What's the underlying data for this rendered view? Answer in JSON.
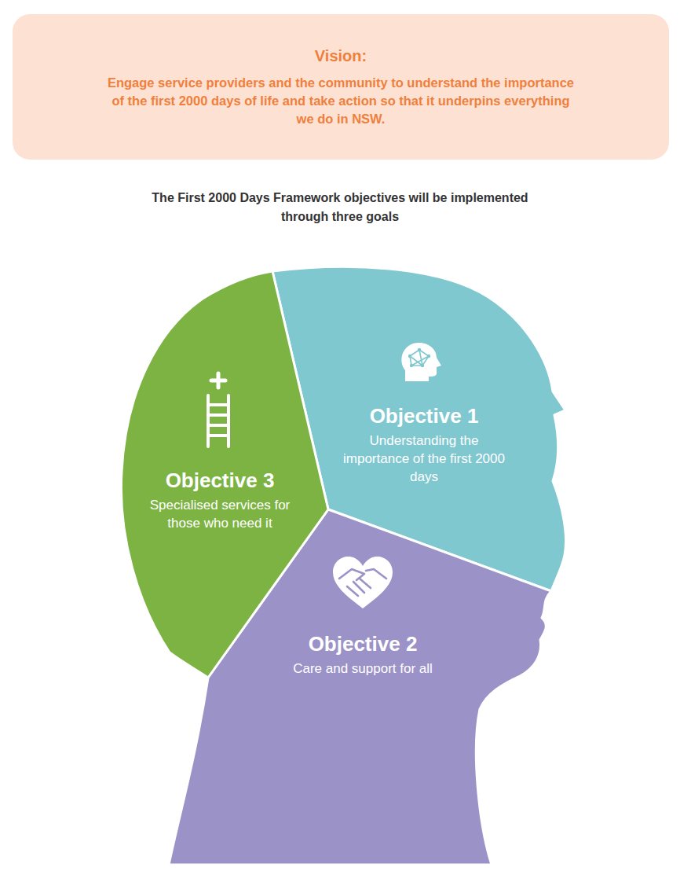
{
  "diagram": {
    "nodes": [
      {
        "text": [
          "Vision:",
          "Engage service providers and the community to understand the importance of the first 2000 days of life and take action so that it underpins everything we do in NSW."
        ]
      },
      {
        "text": [
          "Objective 1",
          "Understanding the importance of the first 2000 days"
        ]
      },
      {
        "text": [
          "Objective 2",
          "Care and support for all"
        ]
      },
      {
        "text": [
          "Objective 3",
          "Specialised services for those who need it"
        ]
      }
    ],
    "labels": [
      "The First 2000 Days Framework objectives will be implemented through three goals"
    ]
  }
}
